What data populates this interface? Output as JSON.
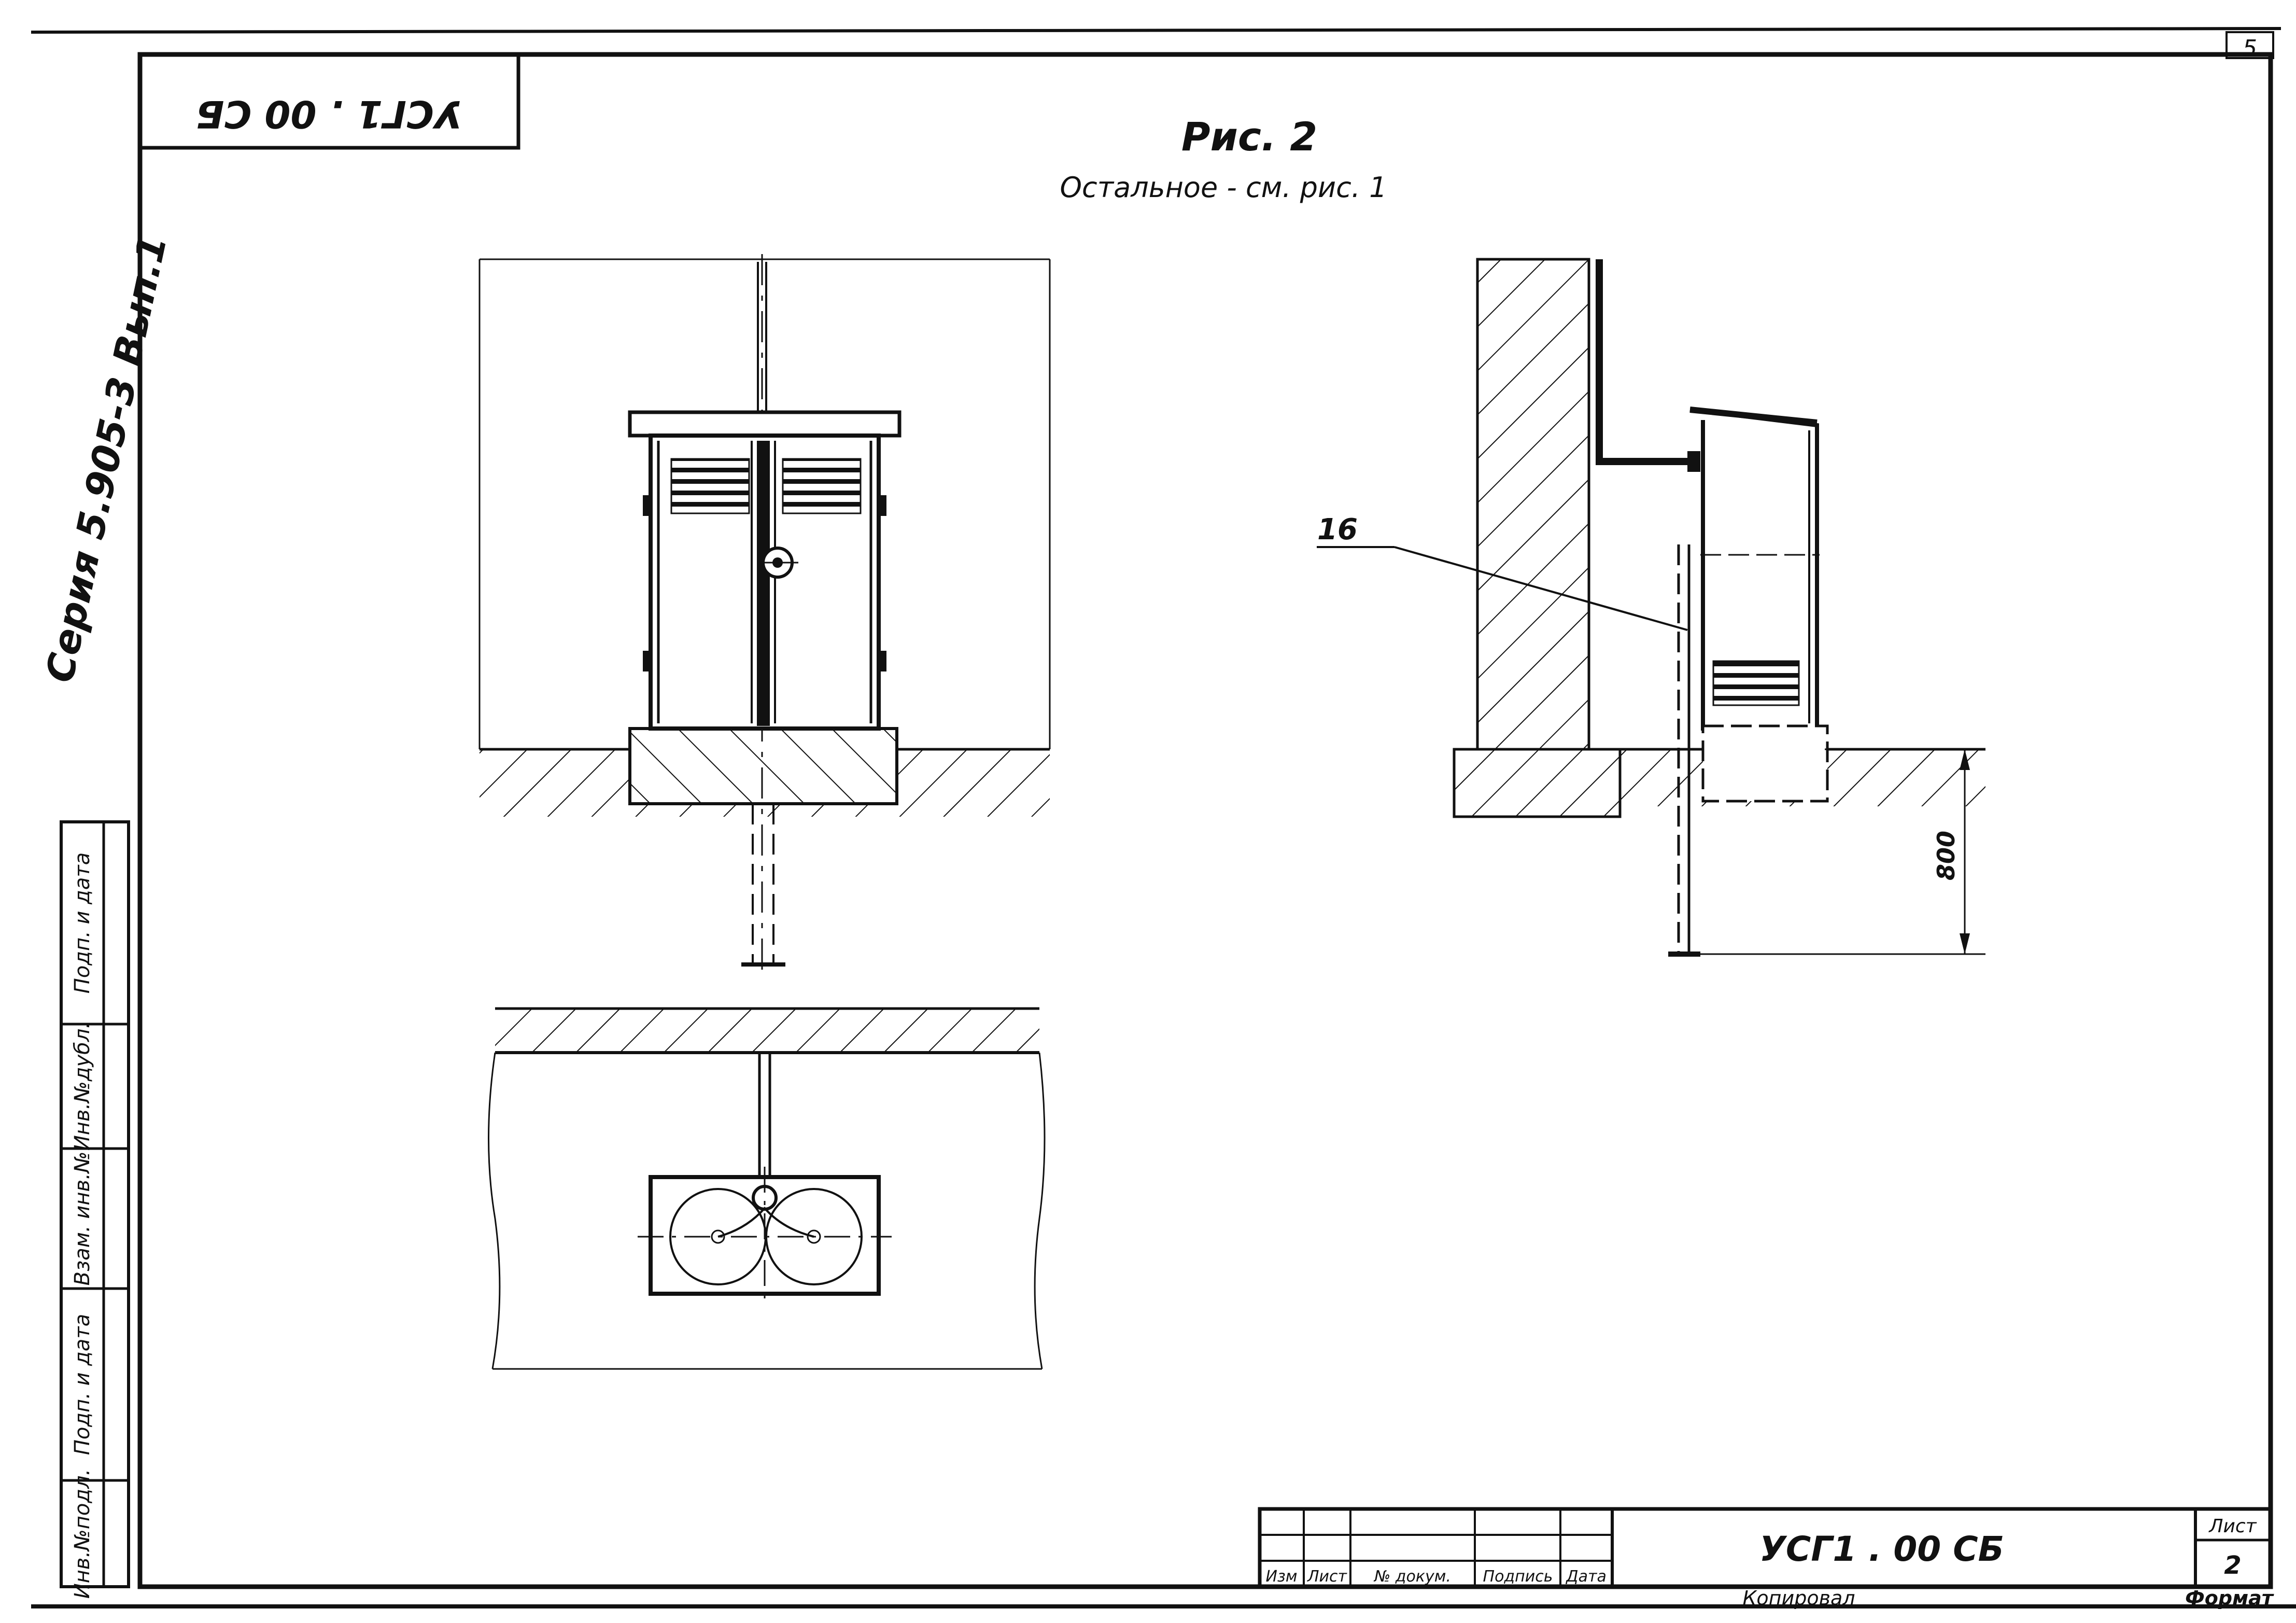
{
  "header": {
    "title": "Рис. 2",
    "subtitle": "Остальное - см. рис. 1"
  },
  "stamp": {
    "code_rotated": "УСГ1 . 00 СБ"
  },
  "page_corner": {
    "number": "5"
  },
  "series_label": "Серия 5.905-3  Вып.1",
  "callout": {
    "label": "16"
  },
  "dimension": {
    "label": "800"
  },
  "side_cells": [
    "Инв.№подл.",
    "Подп. и дата",
    "Взам. инв.№",
    "Инв.№дубл.",
    "Подп. и дата"
  ],
  "title_block": {
    "col_labels": [
      "Изм",
      "Лист",
      "№ докум.",
      "Подпись",
      "Дата"
    ],
    "designation": "УСГ1 . 00 СБ",
    "sheet_label": "Лист",
    "sheet_number": "2",
    "footer_left": "Копировал",
    "footer_right": "Формат"
  }
}
